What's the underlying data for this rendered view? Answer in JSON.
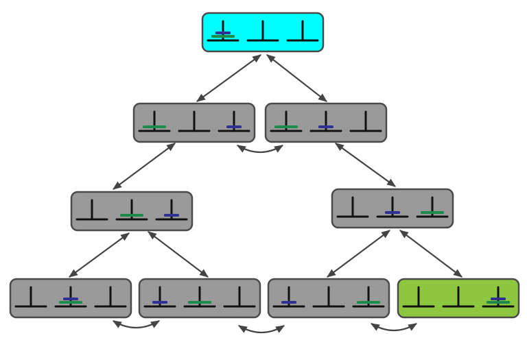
{
  "colors": {
    "start_fill": "#00ffff",
    "goal_fill": "#8dc63f",
    "state_fill": "#9a9a9a",
    "border": "#4a4a4a",
    "peg": "#111111",
    "large_disk": "#1e8a4a",
    "small_disk": "#2e3192",
    "edge": "#444444"
  },
  "disks": {
    "L": "large_disk",
    "S": "small_disk"
  },
  "states": [
    {
      "id": "s0",
      "role": "start",
      "pegs": [
        [
          "L",
          "S"
        ],
        [],
        []
      ]
    },
    {
      "id": "s1",
      "role": "state",
      "pegs": [
        [
          "L"
        ],
        [],
        [
          "S"
        ]
      ]
    },
    {
      "id": "s2",
      "role": "state",
      "pegs": [
        [
          "L"
        ],
        [
          "S"
        ],
        []
      ]
    },
    {
      "id": "s3",
      "role": "state",
      "pegs": [
        [],
        [
          "L"
        ],
        [
          "S"
        ]
      ]
    },
    {
      "id": "s4",
      "role": "state",
      "pegs": [
        [],
        [
          "S"
        ],
        [
          "L"
        ]
      ]
    },
    {
      "id": "s5",
      "role": "state",
      "pegs": [
        [],
        [
          "L",
          "S"
        ],
        []
      ]
    },
    {
      "id": "s6",
      "role": "state",
      "pegs": [
        [
          "S"
        ],
        [
          "L"
        ],
        []
      ]
    },
    {
      "id": "s7",
      "role": "state",
      "pegs": [
        [
          "S"
        ],
        [],
        [
          "L"
        ]
      ]
    },
    {
      "id": "s8",
      "role": "goal",
      "pegs": [
        [],
        [],
        [
          "L",
          "S"
        ]
      ]
    }
  ],
  "edges": [
    {
      "from": "s0",
      "to": "s1"
    },
    {
      "from": "s0",
      "to": "s2"
    },
    {
      "from": "s1",
      "to": "s2"
    },
    {
      "from": "s1",
      "to": "s3"
    },
    {
      "from": "s2",
      "to": "s4"
    },
    {
      "from": "s3",
      "to": "s5"
    },
    {
      "from": "s3",
      "to": "s6"
    },
    {
      "from": "s5",
      "to": "s6"
    },
    {
      "from": "s6",
      "to": "s7"
    },
    {
      "from": "s4",
      "to": "s7"
    },
    {
      "from": "s4",
      "to": "s8"
    },
    {
      "from": "s7",
      "to": "s8"
    }
  ]
}
